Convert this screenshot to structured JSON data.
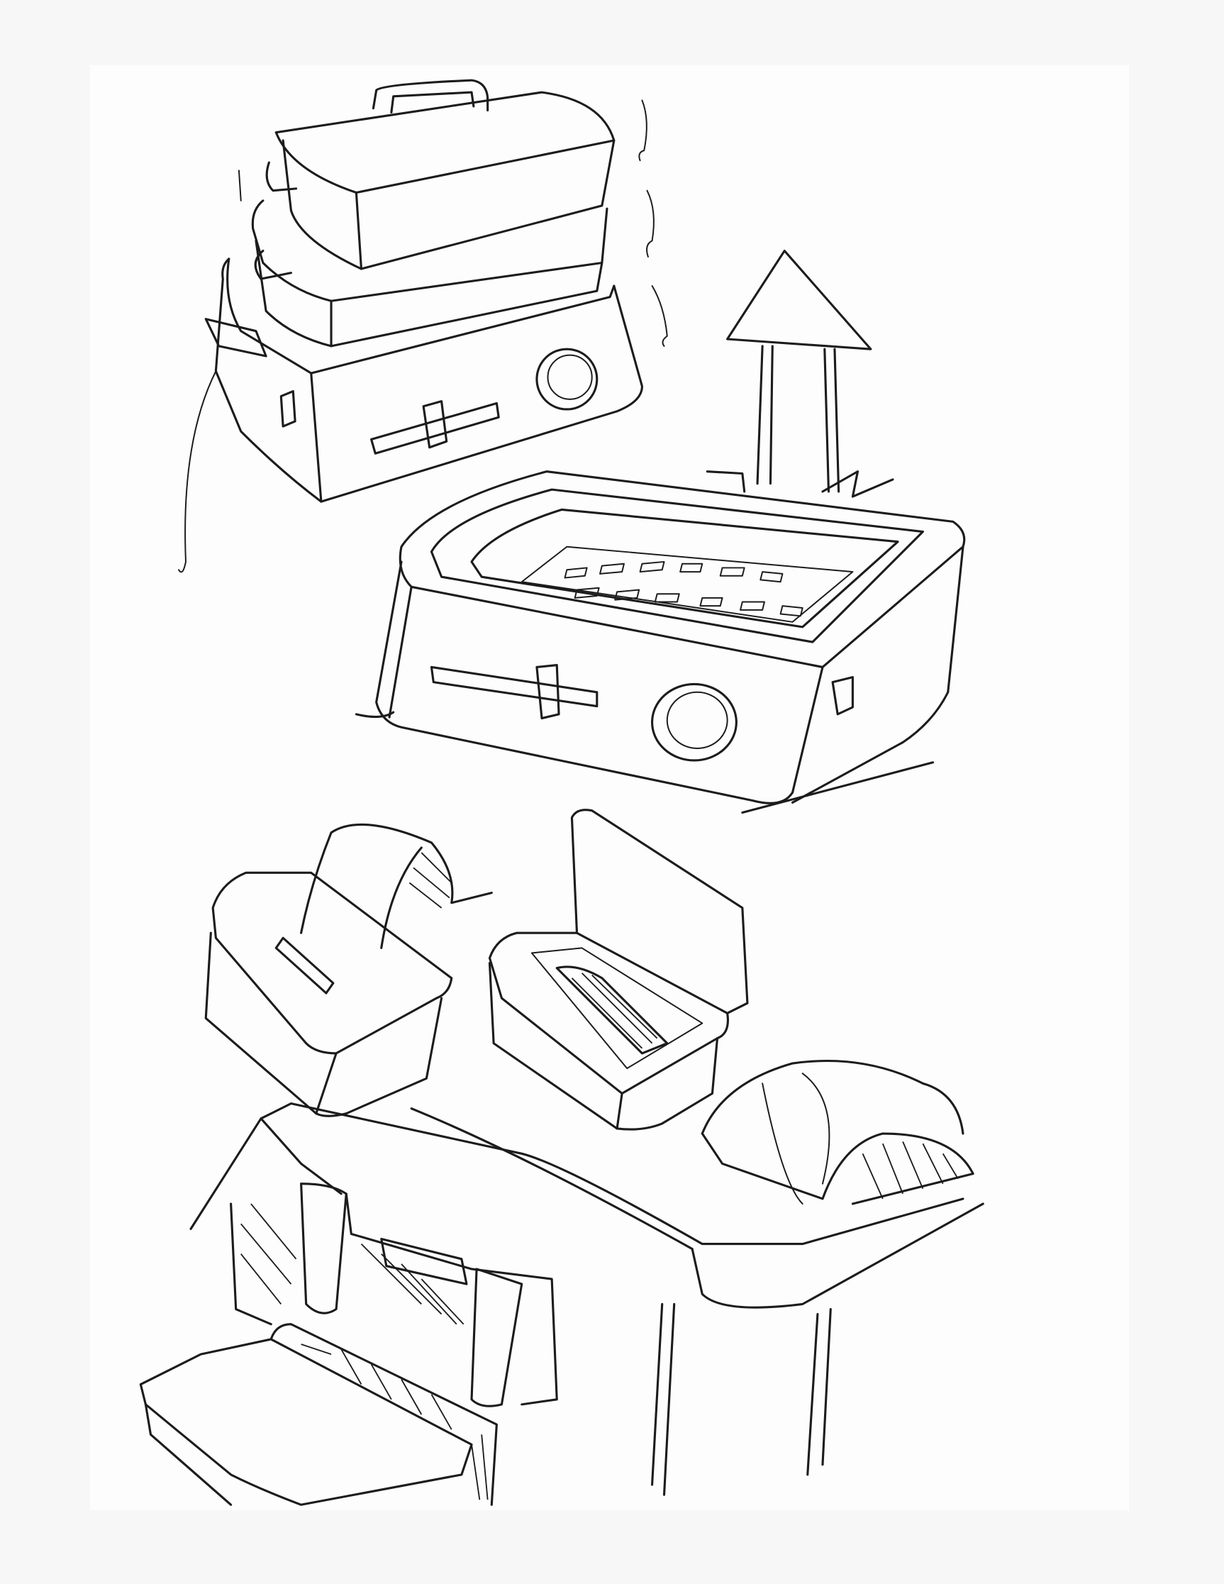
{
  "page": {
    "kind": "hand-drawn product sketch",
    "colors": {
      "ink": "#1c1c1e",
      "paper": "#fdfdfd",
      "margin": "#f7f7f7"
    }
  },
  "sketches": [
    {
      "id": "stacked-steamer",
      "icon": "stacked-steamer-sketch"
    },
    {
      "id": "open-base-unit",
      "icon": "base-unit-sketch"
    },
    {
      "id": "up-arrow",
      "icon": "arrow-up-icon"
    },
    {
      "id": "lunch-boxes-on-table",
      "icon": "boxes-table-sketch"
    },
    {
      "id": "seat-cabinet",
      "icon": "seat-cabinet-sketch"
    }
  ]
}
